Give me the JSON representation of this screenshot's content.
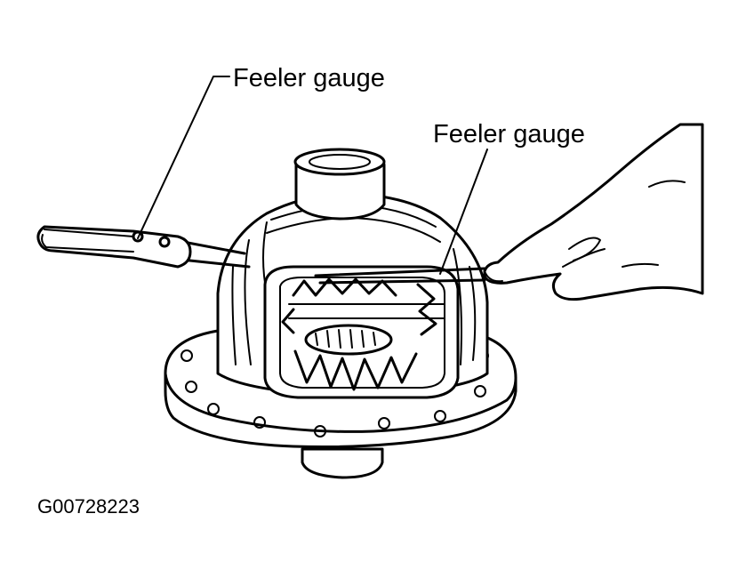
{
  "callouts": [
    {
      "label": "Feeler gauge"
    },
    {
      "label": "Feeler gauge"
    }
  ],
  "figure_code": "G00728223",
  "colors": {
    "ink": "#000000",
    "paper": "#ffffff"
  }
}
